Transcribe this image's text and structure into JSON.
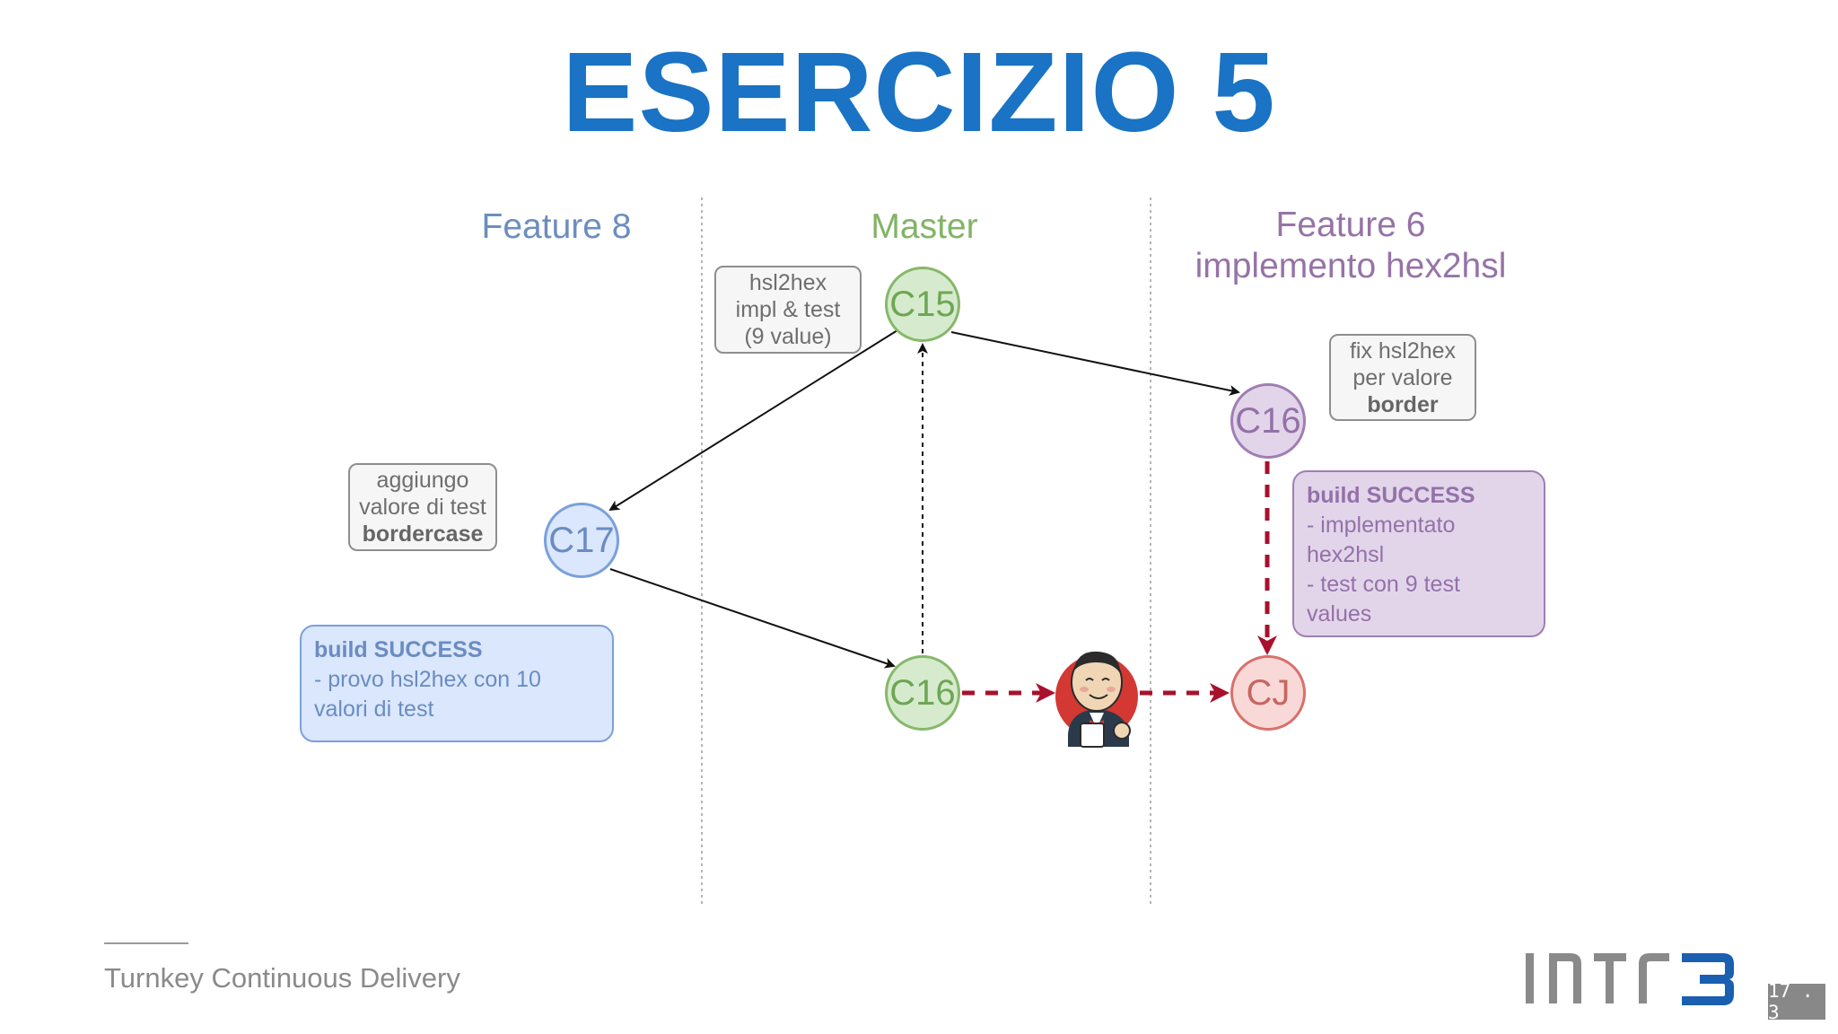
{
  "slide": {
    "title": "ESERCIZIO 5",
    "footer_text": "Turnkey Continuous Delivery",
    "logo_text": "INTR3",
    "page_number": "17 . 3"
  },
  "lanes": {
    "feature8": {
      "label": "Feature 8",
      "color": "#6c8ebf"
    },
    "master": {
      "label": "Master",
      "color": "#82b366"
    },
    "feature6": {
      "line1": "Feature 6",
      "line2": "implemento hex2hsl",
      "color": "#9673a6"
    }
  },
  "nodes": {
    "c15": "C15",
    "c17": "C17",
    "c16_master": "C16",
    "c16_feature": "C16",
    "cj": "CJ"
  },
  "notes": {
    "hsl2hex": {
      "line1": "hsl2hex",
      "line2": "impl & test",
      "line3": "(9 value)"
    },
    "fix": {
      "line1": "fix hsl2hex",
      "line2": "per valore",
      "line3": "border"
    },
    "aggiungo": {
      "line1": "aggiungo",
      "line2": "valore di test",
      "line3": "bordercase"
    }
  },
  "results": {
    "feature8": {
      "head": "build SUCCESS",
      "line1": "- provo hsl2hex con 10",
      "line2": "valori di test"
    },
    "feature6": {
      "head": "build SUCCESS",
      "line1": "- implementato",
      "line2": "hex2hsl",
      "line3": "- test con 9 test",
      "line4": "values"
    }
  },
  "icons": {
    "ci_server": "jenkins-butler-icon"
  },
  "colors": {
    "title": "#1a73c4",
    "ci_arrow": "#a8102c"
  }
}
